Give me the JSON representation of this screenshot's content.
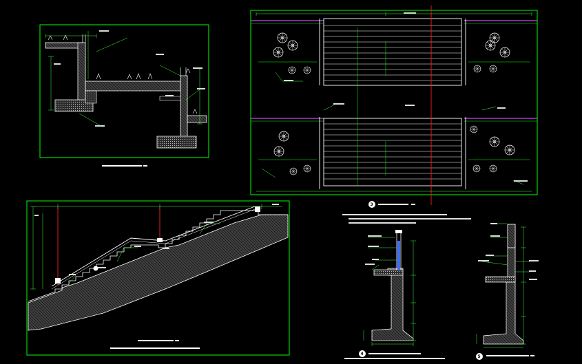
{
  "colors": {
    "background": "#000000",
    "frame": "#00ff00",
    "outline": "#ffffff",
    "centerline": "#ff2020",
    "purple": "#d040ff",
    "hatch": "#9a9a9a",
    "text": "#e8e8e8",
    "handrail": "#3b6cff",
    "dim": "#3cff3c"
  },
  "panels": {
    "section_top_left": {
      "label": "",
      "scale": ""
    },
    "plan_top_right": {
      "label": "",
      "scale": "",
      "number": "3"
    },
    "stair_section": {
      "label": "",
      "scale": ""
    },
    "detail_4": {
      "label": "",
      "scale": "",
      "number": "4"
    },
    "detail_5": {
      "label": "",
      "scale": "",
      "number": "5"
    }
  },
  "icons": [
    "tree-symbol-icon",
    "section-number-icon",
    "north-marker-icon"
  ]
}
